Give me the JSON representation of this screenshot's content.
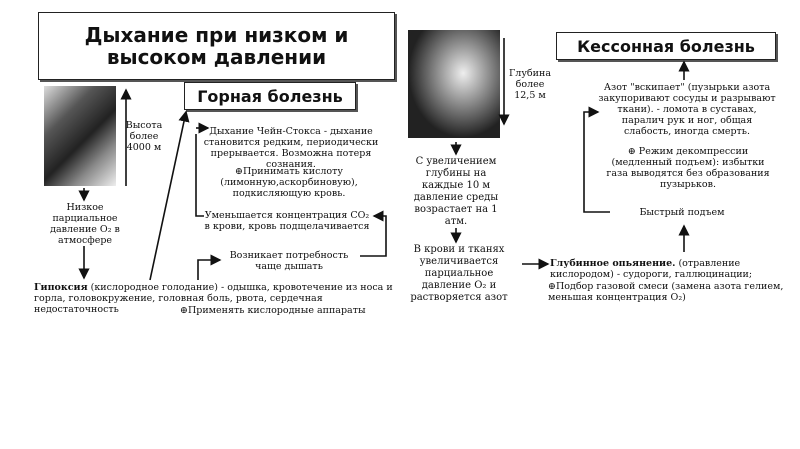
{
  "title": "Дыхание при низком и высоком давлении",
  "mountain": {
    "heading": "Горная болезнь",
    "height": "Высота более 4000 м",
    "low_pressure": "Низкое парциальное давление O₂ в атмосфере",
    "cheyne": "Дыхание Чейн-Стокса - дыхание становится редким, периодически прерывается. Возможна потеря сознания.",
    "acid": "⊕Принимать кислоту (лимонную,аскорбиновую), подкисляющую кровь.",
    "co2": "Уменьшается концентрация CO₂ в крови, кровь подщелачивается",
    "need": "Возникает потребность чаще дышать",
    "hypoxia_bold": "Гипоксия",
    "hypoxia_text": "(кислородное голодание) - одышка, кровотечение из носа и горла, головокружение, головная боль, рвота, сердечная недостаточность",
    "oxygen": "⊕Применять кислородные аппараты"
  },
  "caisson": {
    "heading": "Кессонная болезнь",
    "depth": "Глубина более 12,5 м",
    "increase": "С увеличением глубины на каждые 10 м давление среды возрастает на 1 атм.",
    "blood": "В крови и тканях увеличивается парциальное давление O₂ и растворяется азот",
    "nitrogen": "Азот \"вскипает\" (пузырьки азота закупоривают сосуды и разрывают ткани). - ломота в суставах, паралич рук и ног, общая слабость, иногда смерть.",
    "decompression": "⊕ Режим декомпрессии (медленный подъем): избытки газа выводятся без образования пузырьков.",
    "fast_rise": "Быстрый подъем",
    "intox_bold": "Глубинное опьянение.",
    "intox_text": "(отравление кислородом) - судороги, галлюцинации;",
    "gas_mix": "⊕Подбор газовой смеси (замена азота гелием, меньшая концентрация O₂)"
  }
}
